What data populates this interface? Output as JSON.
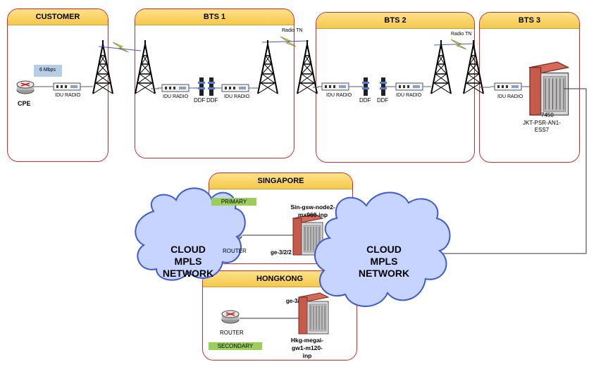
{
  "zones": {
    "customer": "CUSTOMER",
    "bts1": "BTS 1",
    "bts2": "BTS 2",
    "bts3": "BTS 3",
    "singapore": "SINGAPORE",
    "hongkong": "HONGKONG"
  },
  "labels": {
    "bandwidth": "6 Mbps",
    "cpe": "CPE",
    "idu_radio": "IDU RADIO",
    "ddf": "DDF",
    "radio_tn": "Radio TN",
    "router": "ROUTER",
    "primary": "PRIMARY",
    "secondary": "SECONDARY",
    "ess7_model": "7450",
    "ess7_name": "JKT-PSR-AN1-ESS7",
    "sin_node": "Sin-gsw-node2-mx960-inp",
    "sin_port": "ge-3/2/2",
    "hkg_node": "Hkg-megai-gw1-m120-inp",
    "hkg_port": "ge-3/",
    "cloud": "CLOUD MPLS NETWORK"
  },
  "colors": {
    "zone_border": "#d22b2b",
    "zone_header": "#f5c84c",
    "cloud_fill": "#c6d4ff",
    "cloud_stroke": "#3c5ad6",
    "tag_green": "#9ccf5a",
    "lightning": "#e8e040"
  }
}
